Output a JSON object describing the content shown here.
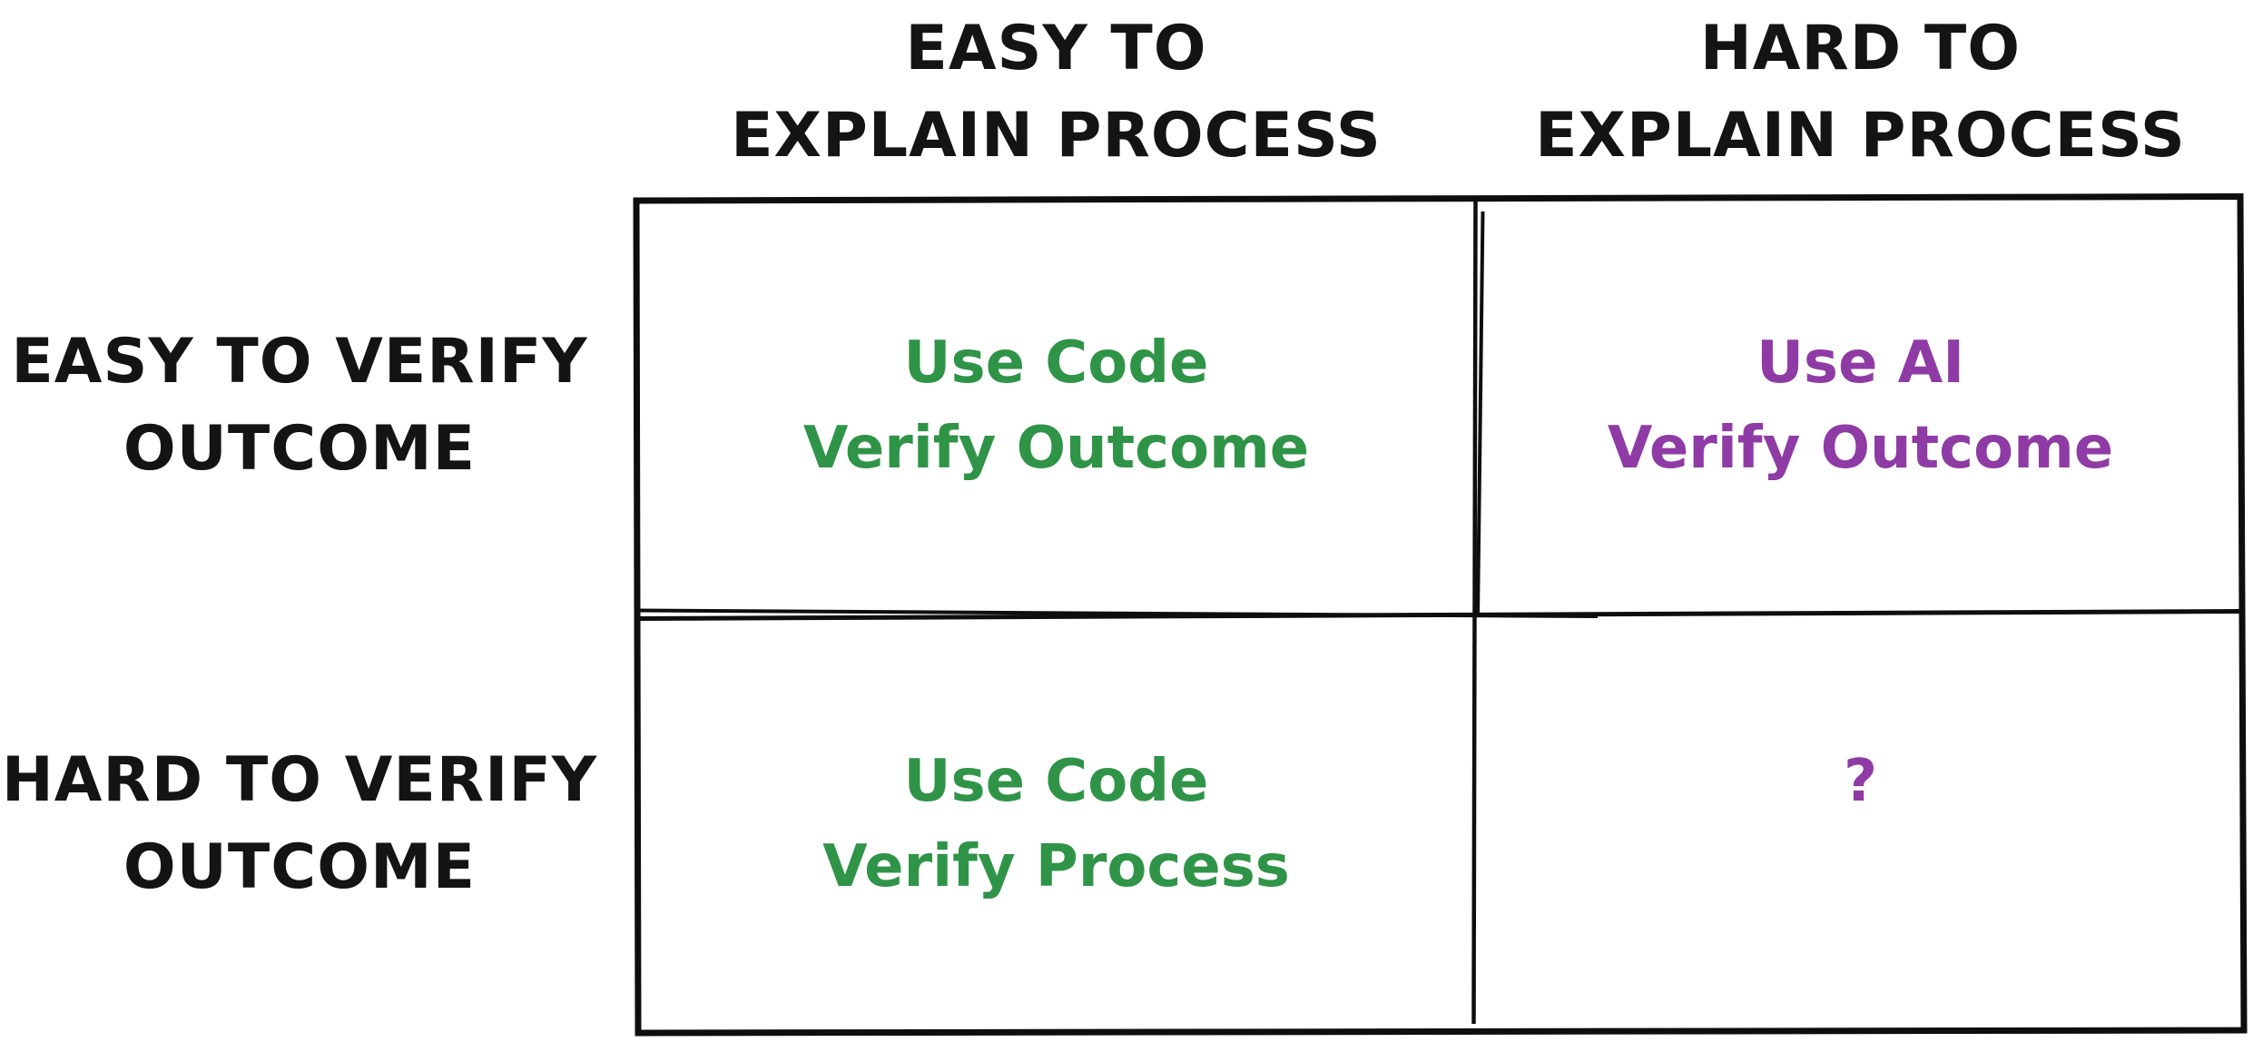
{
  "matrix": {
    "background": "#ffffff",
    "ink_color": "#141414",
    "green": "#2f9447",
    "purple": "#8f3ba5",
    "columns": [
      {
        "id": "easy-to-explain-process",
        "label_lines": [
          "EASY TO",
          "EXPLAIN PROCESS"
        ]
      },
      {
        "id": "hard-to-explain-process",
        "label_lines": [
          "HARD TO",
          "EXPLAIN PROCESS"
        ]
      }
    ],
    "rows": [
      {
        "id": "easy-to-verify-outcome",
        "label_lines": [
          "EASY TO VERIFY",
          "OUTCOME"
        ]
      },
      {
        "id": "hard-to-verify-outcome",
        "label_lines": [
          "HARD TO VERIFY",
          "OUTCOME"
        ]
      }
    ],
    "cells": [
      {
        "row": "easy-to-verify-outcome",
        "column": "easy-to-explain-process",
        "lines": [
          "Use Code",
          "Verify Outcome"
        ],
        "color": "#2f9447"
      },
      {
        "row": "easy-to-verify-outcome",
        "column": "hard-to-explain-process",
        "lines": [
          "Use AI",
          "Verify Outcome"
        ],
        "color": "#8f3ba5"
      },
      {
        "row": "hard-to-verify-outcome",
        "column": "easy-to-explain-process",
        "lines": [
          "Use Code",
          "Verify Process"
        ],
        "color": "#2f9447"
      },
      {
        "row": "hard-to-verify-outcome",
        "column": "hard-to-explain-process",
        "lines": [
          "?",
          ""
        ],
        "color": "#8f3ba5"
      }
    ]
  }
}
